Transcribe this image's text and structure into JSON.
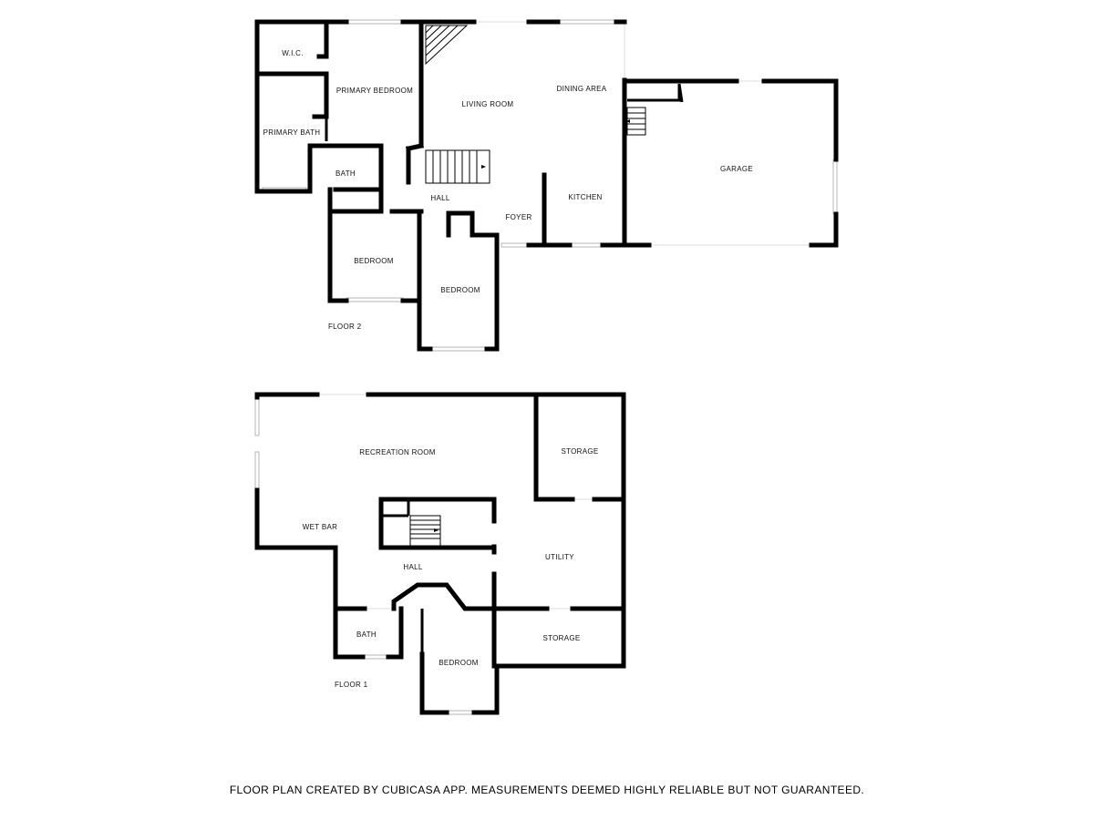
{
  "floors": [
    {
      "label": "FLOOR 2",
      "rooms": {
        "wic": "W.I.C.",
        "primary_bedroom": "PRIMARY BEDROOM",
        "primary_bath": "PRIMARY BATH",
        "bath": "BATH",
        "living_room": "LIVING ROOM",
        "dining_area": "DINING AREA",
        "hall": "HALL",
        "foyer": "FOYER",
        "kitchen": "KITCHEN",
        "garage": "GARAGE",
        "bedroom_a": "BEDROOM",
        "bedroom_b": "BEDROOM"
      }
    },
    {
      "label": "FLOOR 1",
      "rooms": {
        "recreation_room": "RECREATION ROOM",
        "storage_top": "STORAGE",
        "wet_bar": "WET BAR",
        "utility": "UTILITY",
        "hall": "HALL",
        "bath": "BATH",
        "bedroom": "BEDROOM",
        "storage_bottom": "STORAGE"
      }
    }
  ],
  "footer": "FLOOR PLAN CREATED BY CUBICASA APP. MEASUREMENTS DEEMED HIGHLY RELIABLE BUT NOT GUARANTEED."
}
